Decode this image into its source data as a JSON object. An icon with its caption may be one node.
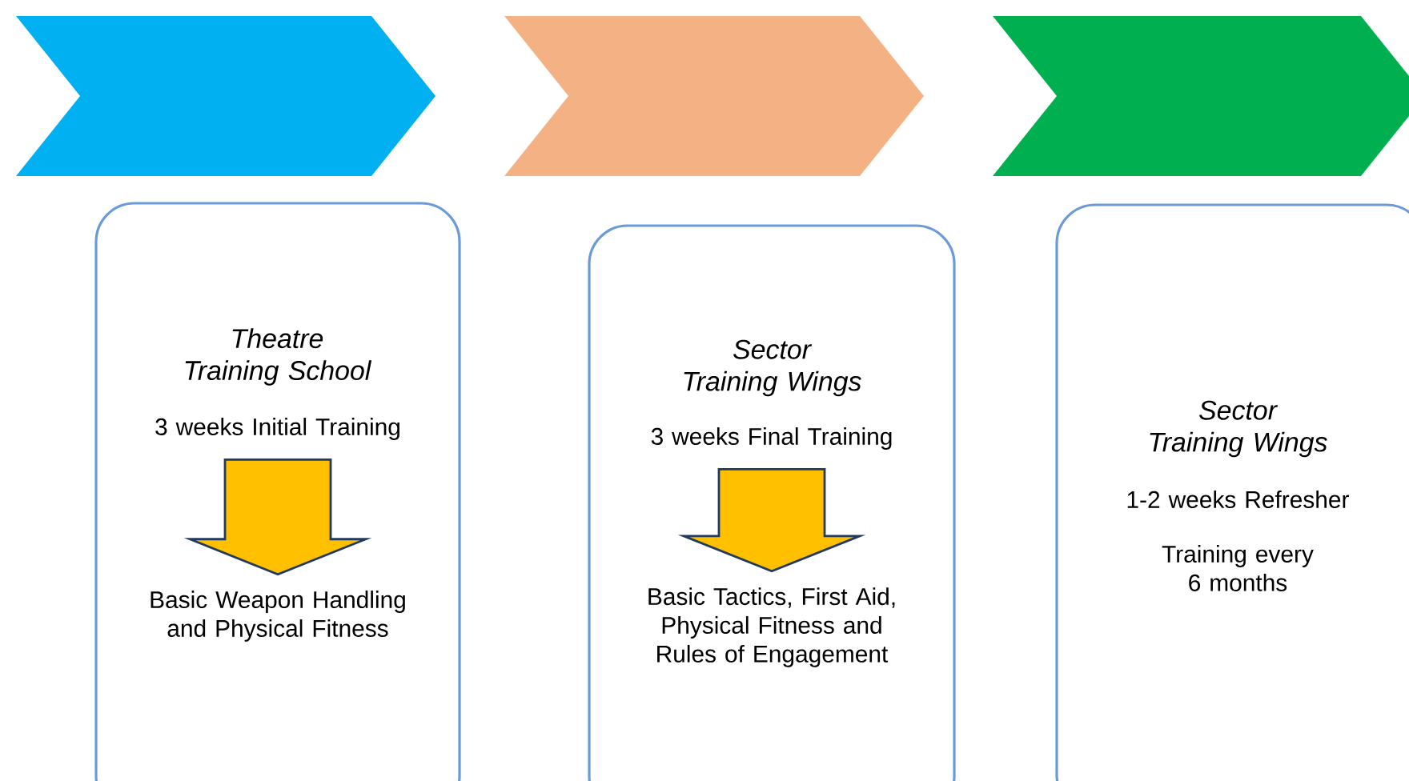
{
  "diagram": {
    "nodes": [
      {
        "text": [],
        "shape": "chevron"
      },
      {
        "text": [],
        "shape": "chevron"
      },
      {
        "text": [],
        "shape": "chevron"
      },
      {
        "text": [
          "Theatre Training School"
        ]
      },
      {
        "text": [
          "3 weeks Initial Training"
        ],
        "in": 3
      },
      {
        "text": [
          "Basic Weapon Handling and Physical Fitness"
        ],
        "in": 3
      },
      {
        "text": [
          "Sector Training Wings"
        ]
      },
      {
        "text": [
          "3 weeks Final Training"
        ],
        "in": 6
      },
      {
        "text": [
          "Basic Tactics, First Aid, Physical Fitness and Rules of Engagement"
        ],
        "in": 6
      },
      {
        "text": [
          "Sector Training Wings",
          "1-2 weeks Refresher",
          "Training every 6 months"
        ]
      }
    ],
    "edges": [
      {
        "from": 4,
        "to": 5,
        "arrow": "to"
      },
      {
        "from": 7,
        "to": 8,
        "arrow": "to"
      }
    ]
  }
}
